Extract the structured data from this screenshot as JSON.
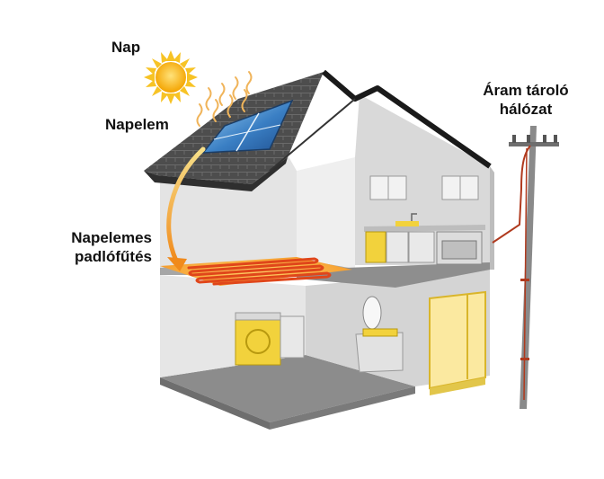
{
  "labels": {
    "sun": "Nap",
    "solar_panel": "Napelem",
    "floor_heating_line1": "Napelemes",
    "floor_heating_line2": "padlófűtés",
    "grid_line1": "Áram tároló",
    "grid_line2": "hálózat"
  },
  "colors": {
    "roof": "#4a4a4a",
    "wall": "#d9d9d9",
    "wall_light": "#efefef",
    "floor": "#8c8c8c",
    "heating_coil": "#e8541e",
    "heating_glow": "#f7a23b",
    "appliance_yellow": "#f2d23c",
    "panel_blue": "#3a7fc4",
    "sun_core": "#f4b400",
    "sun_rays": "#f7c325",
    "pole": "#7a7a7a",
    "cable": "#b03a1e"
  },
  "icons": [
    "sun-icon",
    "solar-panel-icon",
    "heat-waves-icon",
    "energy-arrow-icon",
    "floor-heating-coil-icon",
    "utility-pole-icon",
    "washing-machine-icon",
    "shower-cabin-icon",
    "kitchen-icon",
    "bathroom-sink-icon"
  ]
}
